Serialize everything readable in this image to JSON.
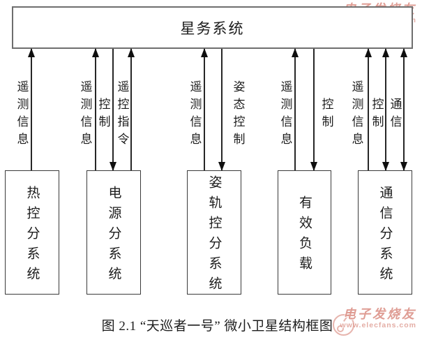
{
  "diagram": {
    "title": "星务系统",
    "caption": "图 2.1 “天巡者一号” 微小卫星结构框图",
    "subsystems": [
      {
        "label": "热控分系统"
      },
      {
        "label": "电源分系统"
      },
      {
        "label": "姿轨控分系统"
      },
      {
        "label": "有效负载"
      },
      {
        "label": "通信分系统"
      }
    ],
    "links": [
      {
        "label": "遥测信息",
        "direction": "up",
        "between": "热控分系统 → 星务系统"
      },
      {
        "label": "遥测信息",
        "direction": "up",
        "between": "电源分系统 → 星务系统"
      },
      {
        "label": "控制",
        "direction": "down",
        "between": "星务系统 → 电源分系统"
      },
      {
        "label": "遥控指令",
        "direction": "up",
        "between": "电源分系统 → 星务系统"
      },
      {
        "label": "遥测信息",
        "direction": "up",
        "between": "姿轨控分系统 → 星务系统"
      },
      {
        "label": "姿态控制",
        "direction": "down",
        "between": "星务系统 → 姿轨控分系统"
      },
      {
        "label": "遥测信息",
        "direction": "up",
        "between": "有效负载 → 星务系统"
      },
      {
        "label": "控制",
        "direction": "down",
        "between": "星务系统 → 有效负载"
      },
      {
        "label": "遥测信息",
        "direction": "up",
        "between": "通信分系统 → 星务系统"
      },
      {
        "label": "控制",
        "direction": "both",
        "between": "星务系统 ↔ 通信分系统"
      },
      {
        "label": "通信",
        "direction": "both",
        "between": "星务系统 ↔ 通信分系统"
      }
    ],
    "watermark": {
      "name": "电子发烧友",
      "url": "www.elecfans.com"
    }
  }
}
